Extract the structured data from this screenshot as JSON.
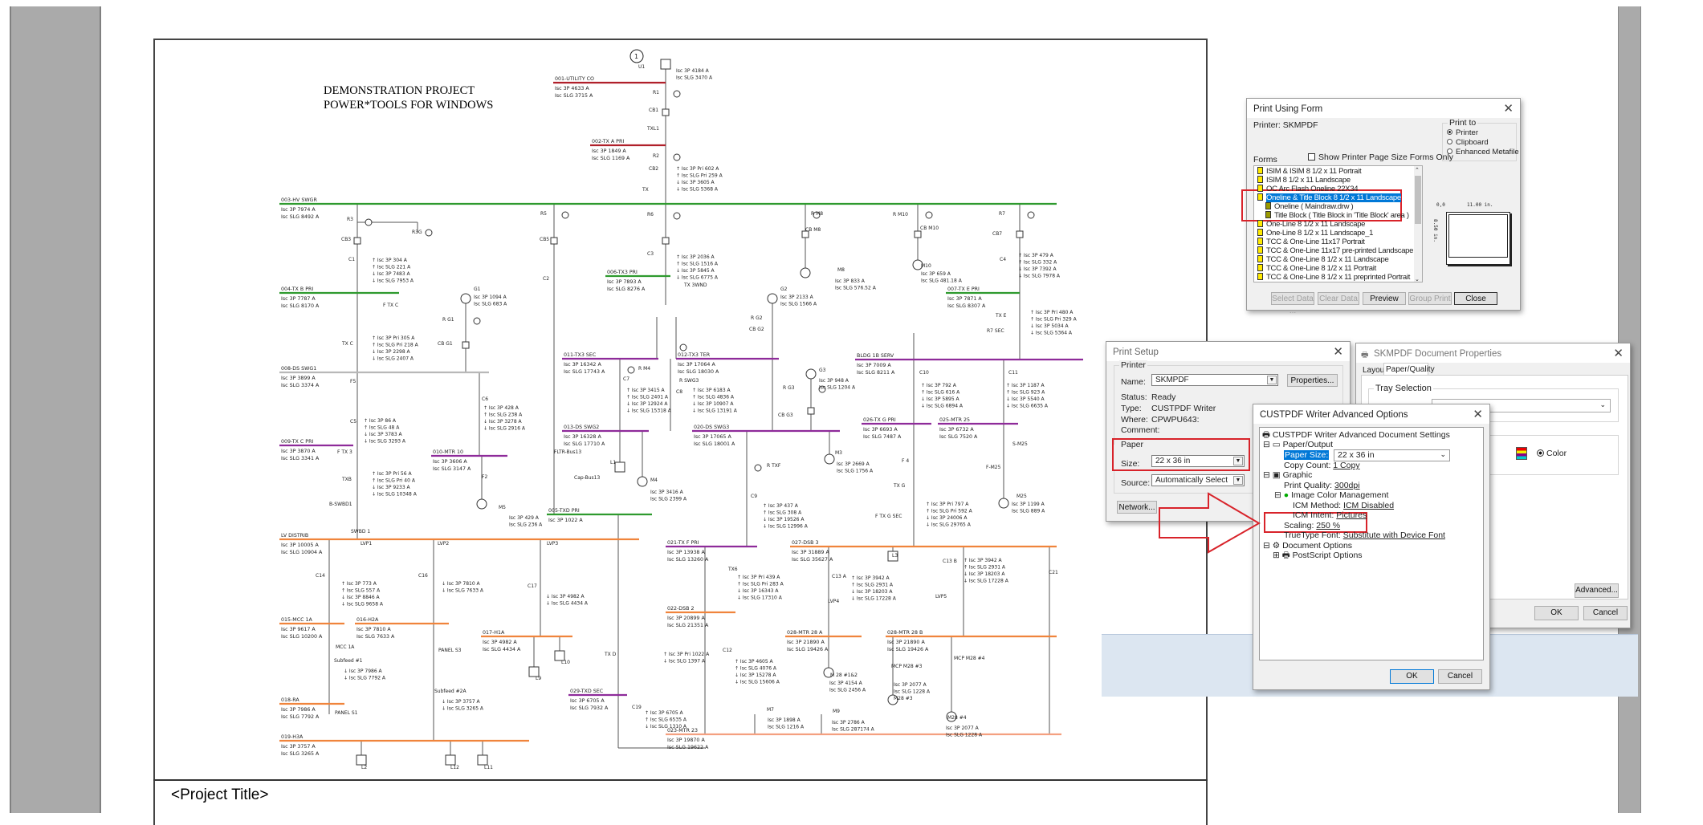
{
  "drawing": {
    "title_line1": "DEMONSTRATION PROJECT",
    "title_line2": "POWER*TOOLS FOR WINDOWS",
    "sheet_marker": "1",
    "project_title": "<Project Title>",
    "bus_colors": {
      "red": "#b0202a",
      "green": "#2e9a2e",
      "gray": "#b8b8b8",
      "purple": "#8e2b9a",
      "orange": "#f0843c",
      "salmon": "#f4a080"
    },
    "buses": [
      {
        "name": "001-UTILITY CO",
        "isc": [
          "Isc 3P 4633 A",
          "Isc SLG 3715 A"
        ],
        "color": "red"
      },
      {
        "name": "002-TX A PRI",
        "isc": [
          "Isc 3P 1849 A",
          "Isc SLG 1169 A"
        ],
        "color": "red"
      },
      {
        "name": "003-HV SWGR",
        "isc": [
          "Isc 3P 7974 A",
          "Isc SLG 8492 A"
        ],
        "color": "green"
      },
      {
        "name": "004-TX B PRI",
        "isc": [
          "Isc 3P 7787 A",
          "Isc SLG 8170 A"
        ],
        "color": "green"
      },
      {
        "name": "006-TX3 PRI",
        "isc": [
          "Isc 3P 7893 A",
          "Isc SLG 8276 A"
        ],
        "color": "green"
      },
      {
        "name": "007-TX E PRI",
        "isc": [
          "Isc 3P 7871 A",
          "Isc SLG 8307 A"
        ],
        "color": "green"
      },
      {
        "name": "008-DS SWG1",
        "isc": [
          "Isc 3P 3899 A",
          "Isc SLG 3374 A"
        ],
        "color": "gray"
      },
      {
        "name": "009-TX C PRI",
        "isc": [
          "Isc 3P 3870 A",
          "Isc SLG 3341 A"
        ],
        "color": "purple"
      },
      {
        "name": "010-MTR 10",
        "isc": [
          "Isc 3P 3606 A",
          "Isc SLG 3147 A"
        ],
        "color": "purple"
      },
      {
        "name": "011-TX3 SEC",
        "isc": [
          "Isc 3P 16342 A",
          "Isc SLG 17743 A"
        ],
        "color": "purple"
      },
      {
        "name": "012-TX3 TER",
        "isc": [
          "Isc 3P 17064 A",
          "Isc SLG 18030 A"
        ],
        "color": "purple"
      },
      {
        "name": "BLDG 1B SERV",
        "isc": [
          "Isc 3P 7009 A",
          "Isc SLG 8211 A"
        ],
        "color": "purple"
      },
      {
        "name": "013-DS SWG2",
        "isc": [
          "Isc 3P 16328 A",
          "Isc SLG 17710 A"
        ],
        "color": "purple"
      },
      {
        "name": "020-DS SWG3",
        "isc": [
          "Isc 3P 17065 A",
          "Isc SLG 18001 A"
        ],
        "color": "purple"
      },
      {
        "name": "026-TX G PRI",
        "isc": [
          "Isc 3P 6693 A",
          "Isc SLG 7487 A"
        ],
        "color": "purple"
      },
      {
        "name": "025-MTR 25",
        "isc": [
          "Isc 3P 6732 A",
          "Isc SLG 7520 A"
        ],
        "color": "purple"
      },
      {
        "name": "005-TXD PRI",
        "isc": [
          "Isc 3P 1022 A"
        ],
        "color": "green"
      },
      {
        "name": "LV DISTRIB",
        "isc": [
          "Isc 3P 10005 A",
          "Isc SLG 10904 A"
        ],
        "color": "orange"
      },
      {
        "name": "021-TX F PRI",
        "isc": [
          "Isc 3P 13938 A",
          "Isc SLG 13260 A"
        ],
        "color": "purple"
      },
      {
        "name": "027-DSB 3",
        "isc": [
          "Isc 3P 31889 A",
          "Isc SLG 35627 A"
        ],
        "color": "orange"
      },
      {
        "name": "015-MCC 1A",
        "isc": [
          "Isc 3P 9617 A",
          "Isc SLG 10200 A"
        ],
        "color": "orange"
      },
      {
        "name": "016-H2A",
        "isc": [
          "Isc 3P 7810 A",
          "Isc SLG 7633 A"
        ],
        "color": "orange"
      },
      {
        "name": "017-H1A",
        "isc": [
          "Isc 3P 4982 A",
          "Isc SLG 4434 A"
        ],
        "color": "orange"
      },
      {
        "name": "022-DSB 2",
        "isc": [
          "Isc 3P 20899 A",
          "Isc SLG 21351 A"
        ],
        "color": "orange"
      },
      {
        "name": "028-MTR 28 A",
        "isc": [
          "Isc 3P 21890 A",
          "Isc SLG 19426 A"
        ],
        "color": "orange"
      },
      {
        "name": "028-MTR 28 B",
        "isc": [
          "Isc 3P 21890 A",
          "Isc SLG 19426 A"
        ],
        "color": "orange"
      },
      {
        "name": "018-RA",
        "isc": [
          "Isc 3P 7986 A",
          "Isc SLG 7792 A"
        ],
        "color": "orange"
      },
      {
        "name": "029-TXD SEC",
        "isc": [
          "Isc 3P 6705 A",
          "Isc SLG 7932 A"
        ],
        "color": "purple"
      },
      {
        "name": "023-MTR 23",
        "isc": [
          "Isc 3P 19870 A",
          "Isc SLG 19622 A"
        ],
        "color": "salmon"
      },
      {
        "name": "019-H3A",
        "isc": [
          "Isc 3P 3757 A",
          "Isc SLG 3265 A"
        ],
        "color": "orange"
      }
    ],
    "annotations": [
      [
        "Isc 3P 4184 A",
        "Isc SLG 3470 A"
      ],
      [
        "↑ Isc 3P Pri 602 A",
        "↑ Isc SLG Pri 259 A",
        "↓ Isc 3P 3605 A",
        "↓ Isc SLG 5368 A"
      ],
      [
        "↑ Isc 3P 2036 A",
        "↑ Isc SLG 1516 A",
        "↓ Isc 3P 5845 A",
        "↓ Isc SLG 6775 A"
      ],
      [
        "↑ Isc 3P 304 A",
        "↑ Isc SLG 221 A",
        "↓ Isc 3P 7483 A",
        "↓ Isc SLG 7953 A"
      ],
      [
        "↑ Isc 3P Pri 305 A",
        "↑ Isc SLG Pri 218 A",
        "↓ Isc 3P 2298 A",
        "↓ Isc SLG 2407 A"
      ],
      [
        "Isc 3P 1094 A",
        "Isc SLG 683 A"
      ],
      [
        "↑ Isc 3P 428 A",
        "↑ Isc SLG 238 A",
        "↓ Isc 3P 3278 A",
        "↓ Isc SLG 2916 A"
      ],
      [
        "↑ Isc 3P 86 A",
        "↑ Isc SLG 48 A",
        "↓ Isc 3P 3783 A",
        "↓ Isc SLG 3293 A"
      ],
      [
        "↑ Isc 3P Pri 56 A",
        "↑ Isc SLG Pri 40 A",
        "↓ Isc 3P 9233 A",
        "↓ Isc SLG 10348 A"
      ],
      [
        "↑ Isc 3P 3415 A",
        "↑ Isc SLG 2401 A",
        "↓ Isc 3P 12924 A",
        "↓ Isc SLG 15318 A"
      ],
      [
        "↑ Isc 3P 6183 A",
        "↑ Isc SLG 4836 A",
        "↓ Isc 3P 10907 A",
        "↓ Isc SLG 13191 A"
      ],
      [
        "Isc 3P 948 A",
        "Isc SLG 1204 A"
      ],
      [
        "Isc 3P 2133 A",
        "Isc SLG 1566 A"
      ],
      [
        "Isc 3P 833 A",
        "Isc SLG 576.52 A"
      ],
      [
        "Isc 3P 659 A",
        "Isc SLG 481.18 A"
      ],
      [
        "↑ Isc 3P 479 A",
        "↑ Isc SLG 332 A",
        "↓ Isc 3P 7392 A",
        "↓ Isc SLG 7978 A"
      ],
      [
        "↑ Isc 3P Pri 480 A",
        "↑ Isc SLG Pri 329 A",
        "↓ Isc 3P 5034 A",
        "↓ Isc SLG 5364 A"
      ],
      [
        "↑ Isc 3P 792 A",
        "↑ Isc SLG 616 A",
        "↓ Isc 3P 5895 A",
        "↓ Isc SLG 6894 A"
      ],
      [
        "↑ Isc 3P 1187 A",
        "↑ Isc SLG 923 A",
        "↓ Isc 3P 5540 A",
        "↓ Isc SLG 6635 A"
      ],
      [
        "Isc 3P 2669 A",
        "Isc SLG 1756 A"
      ],
      [
        "Isc 3P 3416 A",
        "Isc SLG 2399 A"
      ],
      [
        "↑ Isc 3P 437 A",
        "↑ Isc SLG 308 A",
        "↓ Isc 3P 19526 A",
        "↓ Isc SLG 12996 A"
      ],
      [
        "↑ Isc 3P Pri 797 A",
        "↑ Isc SLG Pri 592 A",
        "↓ Isc 3P 24006 A",
        "↓ Isc SLG 29765 A"
      ],
      [
        "Isc 3P 1199 A",
        "Isc SLG 889 A"
      ],
      [
        "↑ Isc 3P Pri 439 A",
        "↑ Isc SLG Pri 283 A",
        "↓ Isc 3P 16343 A",
        "↓ Isc SLG 17310 A"
      ],
      [
        "↑ Isc 3P 3942 A",
        "↑ Isc SLG 2931 A",
        "↓ Isc 3P 18203 A",
        "↓ Isc SLG 17228 A"
      ],
      [
        "↑ Isc 3P 3942 A",
        "↑ Isc SLG 2931 A",
        "↓ Isc 3P 18203 A",
        "↓ Isc SLG 17228 A"
      ],
      [
        "↑ Isc 3P 4605 A",
        "↑ Isc SLG 4076 A",
        "↓ Isc 3P 15278 A",
        "↓ Isc SLG 15606 A"
      ],
      [
        "Isc 3P 4154 A",
        "Isc SLG 2456 A"
      ],
      [
        "Isc 3P 2077 A",
        "Isc SLG 1228 A"
      ],
      [
        "Isc 3P 2077 A",
        "Isc SLG 1228 A"
      ],
      [
        "Isc 3P 1898 A",
        "Isc SLG 1216 A"
      ],
      [
        "Isc 3P 2786 A",
        "Isc SLG 287174 A"
      ],
      [
        "↑ Isc 3P 773 A",
        "↑ Isc SLG 557 A",
        "↓ Isc 3P 8846 A",
        "↓ Isc SLG 9658 A"
      ],
      [
        "↓ Isc 3P 7810 A",
        "↓ Isc SLG 7633 A"
      ],
      [
        "↓ Isc 3P 4982 A",
        "↓ Isc SLG 4434 A"
      ],
      [
        "↓ Isc 3P 7986 A",
        "↓ Isc SLG 7792 A"
      ],
      [
        "↓ Isc 3P 3757 A",
        "↓ Isc SLG 3265 A"
      ],
      [
        "↑ Isc 3P Pri 1022 A",
        "↓ Isc SLG 1397 A"
      ],
      [
        "↑ Isc 3P 6705 A",
        "↑ Isc SLG 6535 A",
        "↓ Isc SLG 1310 A"
      ],
      [
        "Isc 3P 429 A",
        "Isc SLG 236 A"
      ]
    ],
    "equipment": [
      "U1",
      "R1",
      "CB1",
      "TXL1",
      "R2",
      "CB2",
      "TX",
      "R3",
      "R3G",
      "CB3",
      "C1",
      "F TX C",
      "TX C",
      "F5",
      "C5",
      "F TX 3",
      "TXB",
      "B-SWBD1",
      "SWBD 1",
      "R5",
      "CB5",
      "C2",
      "R6",
      "C3",
      "TX 3WND",
      "G1",
      "R G1",
      "CB G1",
      "C6",
      "F2",
      "M5",
      "R M4",
      "C7",
      "L1",
      "M4",
      "R SWG3",
      "C8",
      "FLTR-Bus13",
      "Cap-Bus13",
      "G2",
      "R G2",
      "CB G2",
      "G3",
      "R G3",
      "CB G3",
      "M3",
      "R TXF",
      "C9",
      "R M8",
      "CB M8",
      "M8",
      "R M10",
      "CB M10",
      "M10",
      "R7",
      "CB7",
      "C4",
      "TX E",
      "R7 SEC",
      "C10",
      "C11",
      "F 4",
      "S-M25",
      "F-M25",
      "TX G",
      "F TX G SEC",
      "M25",
      "LVP1",
      "LVP2",
      "LVP3",
      "C14",
      "C16",
      "C17",
      "MCC 1A",
      "PANEL S3",
      "L9",
      "L10",
      "Subfeed #1",
      "Subfeed #2A",
      "PANEL S1",
      "TX D",
      "C19",
      "TX6",
      "C12",
      "L3",
      "C13 A",
      "C13 B",
      "LVP4",
      "LVP5",
      "C21",
      "M 28 #1&2",
      "MCP M28 #3",
      "M28 #3",
      "MCP M28 #4",
      "M28 #4",
      "M7",
      "M9",
      "L2",
      "L12",
      "L11"
    ]
  },
  "print_using_form": {
    "title": "Print Using Form",
    "printer_label": "Printer:",
    "printer_value": "SKMPDF",
    "print_to_label": "Print to",
    "print_to_options": [
      {
        "label": "Printer",
        "checked": true
      },
      {
        "label": "Clipboard",
        "checked": false
      },
      {
        "label": "Enhanced Metafile",
        "checked": false
      }
    ],
    "forms_label": "Forms",
    "show_printer_page_size_label": "Show Printer Page Size Forms Only",
    "show_printer_page_size_checked": false,
    "forms": [
      {
        "label": "ISIM & ISIM 8 1/2 x 11 Portrait",
        "level": 0
      },
      {
        "label": "ISIM 8 1/2 x 11 Landscape",
        "level": 0
      },
      {
        "label": "OC Arc Flash Oneline 22X34",
        "level": 0
      },
      {
        "label": "Oneline & Title Block 8 1/2 x 11 Landscape",
        "level": 0,
        "selected": true
      },
      {
        "label": "Oneline ( Maindraw.drw )",
        "level": 1
      },
      {
        "label": "Title Block ( Title Block in 'Title Block' area )",
        "level": 1
      },
      {
        "label": "One-Line 8 1/2 x 11 Landscape",
        "level": 0
      },
      {
        "label": "One-Line 8 1/2 x 11 Landscape_1",
        "level": 0
      },
      {
        "label": "TCC & One-Line 11x17 Portrait",
        "level": 0
      },
      {
        "label": "TCC & One-Line 11x17 pre-printed Landscape",
        "level": 0
      },
      {
        "label": "TCC & One-Line 8 1/2 x 11 Landscape",
        "level": 0
      },
      {
        "label": "TCC & One-Line 8 1/2 x 11 Portrait",
        "level": 0
      },
      {
        "label": "TCC & One-Line 8 1/2 x 11 preprinted Portrait",
        "level": 0
      }
    ],
    "preview_origin": "0,0",
    "preview_width": "11.00 in.",
    "preview_height": "8.50 in.",
    "buttons": {
      "select_data": "Select Data ...",
      "clear_data": "Clear Data",
      "preview": "Preview",
      "group_print": "Group Print",
      "close": "Close"
    }
  },
  "print_setup": {
    "title": "Print Setup",
    "printer_group": "Printer",
    "name_label": "Name:",
    "name_value": "SKMPDF",
    "properties_button": "Properties...",
    "status_label": "Status:",
    "status_value": "Ready",
    "type_label": "Type:",
    "type_value": "CUSTPDF Writer",
    "where_label": "Where:",
    "where_value": "CPWPU643:",
    "comment_label": "Comment:",
    "paper_group": "Paper",
    "size_label": "Size:",
    "size_value": "22 x 36 in",
    "source_label": "Source:",
    "source_value": "Automatically Select",
    "network_button": "Network..."
  },
  "document_properties": {
    "title": "SKMPDF Document Properties",
    "tabs": [
      "Layout",
      "Paper/Quality"
    ],
    "active_tab": "Paper/Quality",
    "tray_selection": "Tray Selection",
    "color_label": "Color",
    "advanced_button": "Advanced...",
    "ok": "OK",
    "cancel": "Cancel"
  },
  "advanced_options": {
    "title": "CUSTPDF Writer Advanced Options",
    "root": "CUSTPDF Writer Advanced Document Settings",
    "paper_output": "Paper/Output",
    "paper_size_label": "Paper Size:",
    "paper_size_value": "22 x 36 in",
    "copy_count_label": "Copy Count:",
    "copy_count_value": "1 Copy",
    "graphic": "Graphic",
    "print_quality_label": "Print Quality:",
    "print_quality_value": "300dpi",
    "icm": "Image Color Management",
    "icm_method_label": "ICM Method:",
    "icm_method_value": "ICM Disabled",
    "icm_intent_label": "ICM Intent:",
    "icm_intent_value": "Pictures",
    "scaling_label": "Scaling:",
    "scaling_value": "250 %",
    "truetype_label": "TrueType Font:",
    "truetype_value": "Substitute with Device Font",
    "document_options": "Document Options",
    "postscript_options": "PostScript Options",
    "ok": "OK",
    "cancel": "Cancel"
  },
  "highlight_color": "#d8232a",
  "selection_color": "#0078d7"
}
